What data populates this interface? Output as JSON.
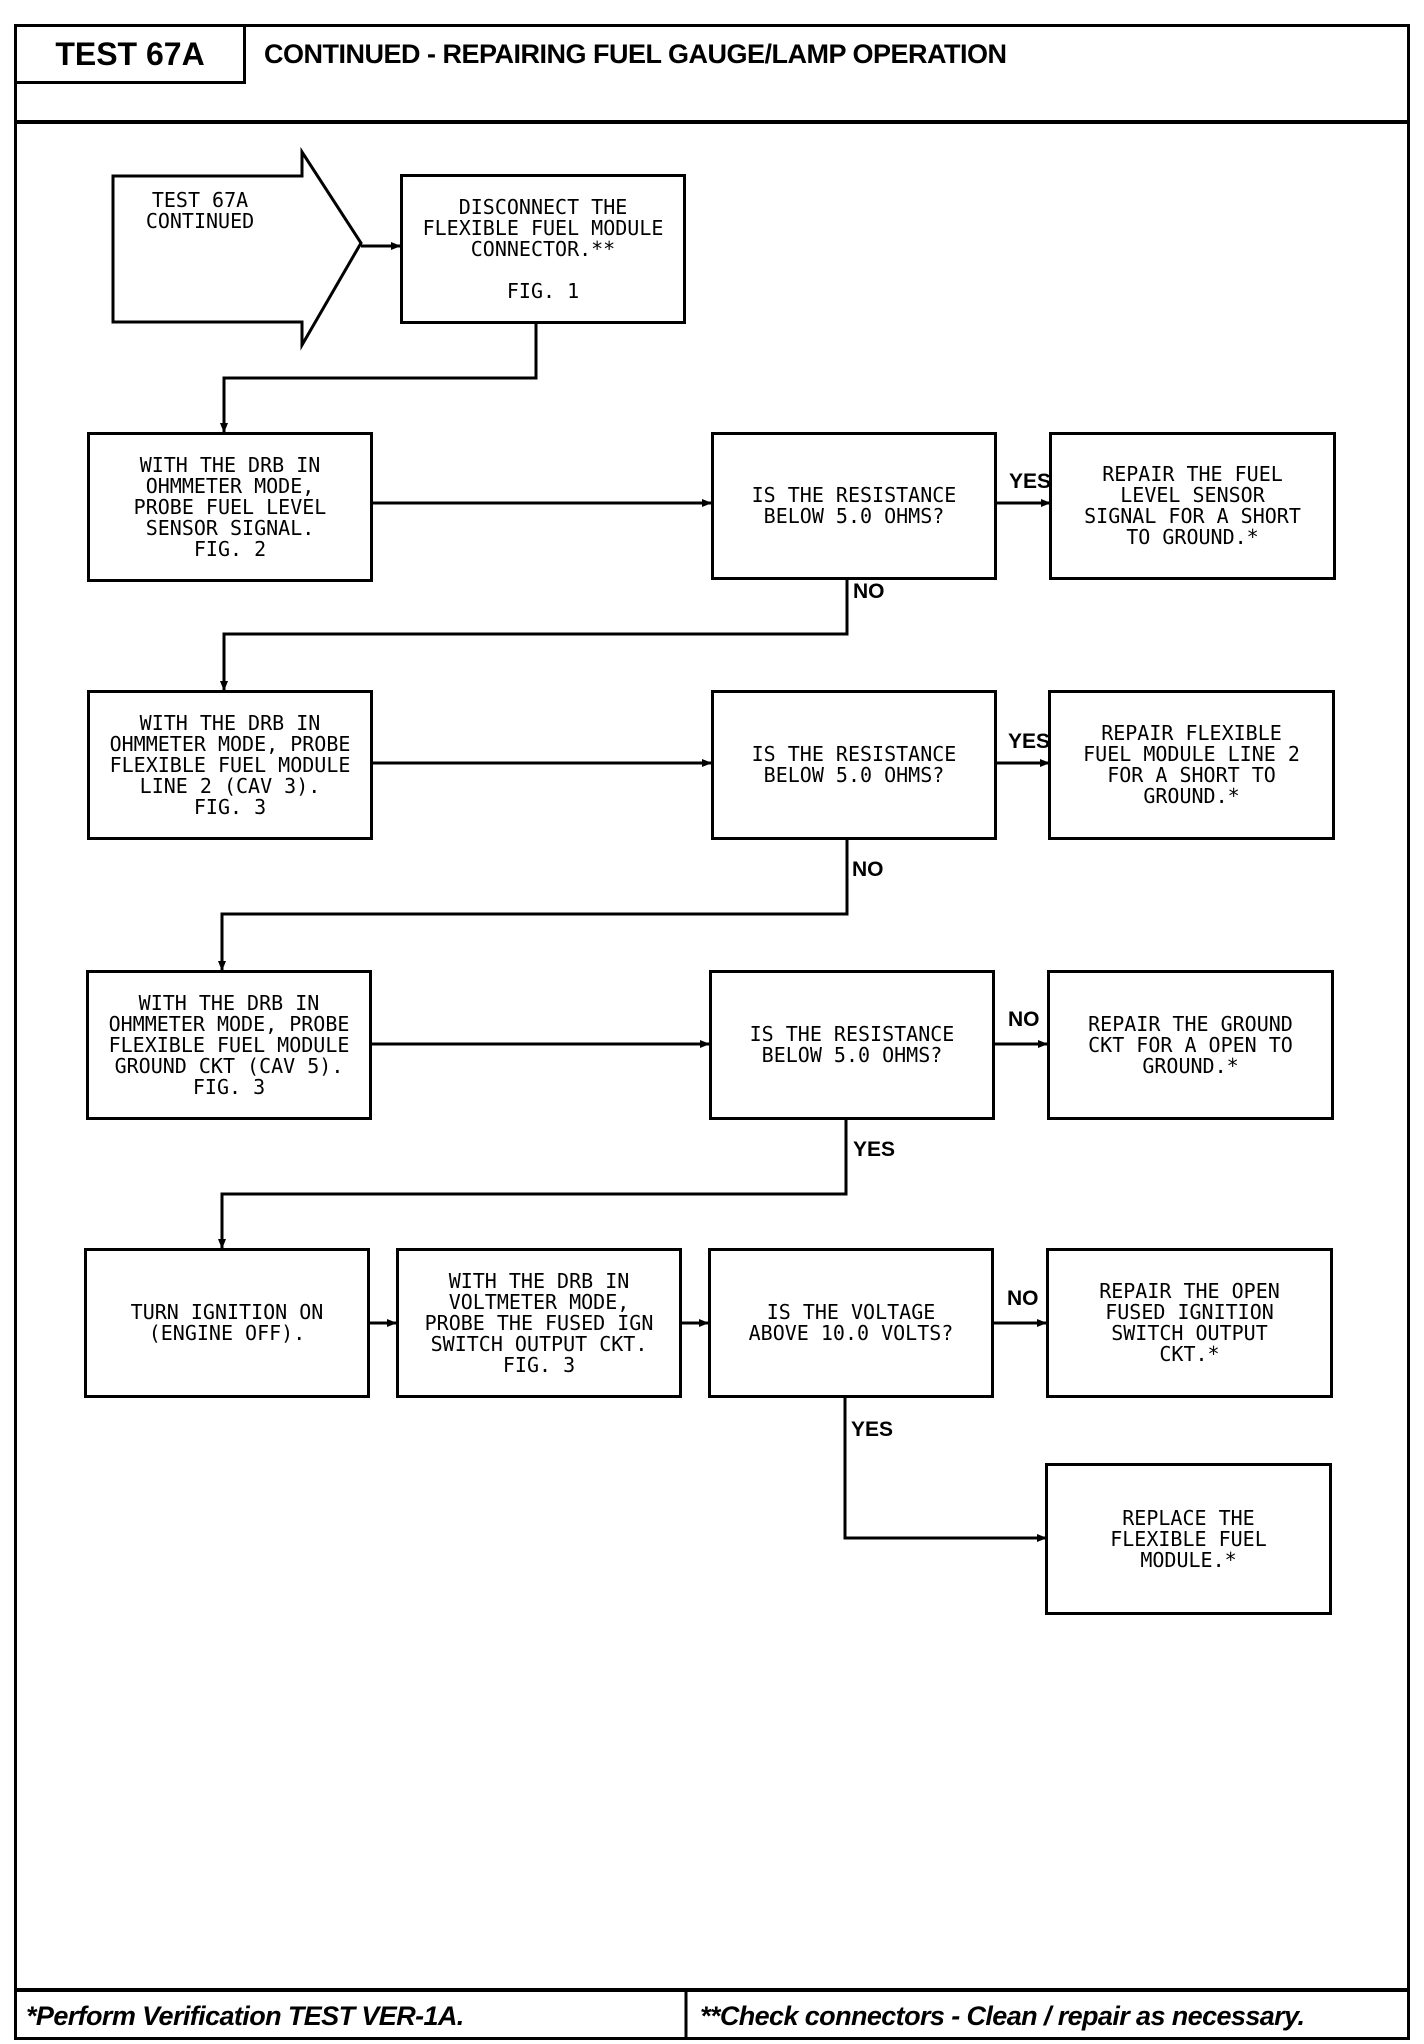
{
  "header": {
    "test_id": "TEST 67A",
    "title": "CONTINUED - REPAIRING FUEL GAUGE/LAMP OPERATION"
  },
  "flow": {
    "start": "TEST 67A\nCONTINUED",
    "disconnect": "DISCONNECT THE\nFLEXIBLE FUEL MODULE\nCONNECTOR.**\n\nFIG. 1",
    "probe_signal": "WITH THE DRB IN\nOHMMETER MODE,\nPROBE FUEL LEVEL\nSENSOR SIGNAL.\nFIG. 2",
    "q1": "IS THE RESISTANCE\nBELOW 5.0 OHMS?",
    "repair_signal": "REPAIR THE FUEL\nLEVEL SENSOR\nSIGNAL FOR A SHORT\nTO GROUND.*",
    "probe_line2": "WITH THE DRB IN\nOHMMETER MODE, PROBE\nFLEXIBLE FUEL MODULE\nLINE 2 (CAV 3).\nFIG. 3",
    "q2": "IS THE RESISTANCE\nBELOW 5.0 OHMS?",
    "repair_line2": "REPAIR FLEXIBLE\nFUEL MODULE LINE 2\nFOR A SHORT TO\nGROUND.*",
    "probe_ground": "WITH THE DRB IN\nOHMMETER MODE, PROBE\nFLEXIBLE FUEL MODULE\nGROUND CKT (CAV 5).\nFIG. 3",
    "q3": "IS THE RESISTANCE\nBELOW 5.0 OHMS?",
    "repair_ground": "REPAIR THE GROUND\nCKT FOR A OPEN TO\nGROUND.*",
    "ignition_on": "TURN IGNITION ON\n(ENGINE OFF).",
    "probe_voltage": "WITH THE DRB IN\nVOLTMETER MODE,\nPROBE THE FUSED IGN\nSWITCH OUTPUT CKT.\nFIG. 3",
    "q4": "IS THE VOLTAGE\nABOVE 10.0 VOLTS?",
    "repair_ign": "REPAIR THE OPEN\nFUSED IGNITION\nSWITCH OUTPUT\nCKT.*",
    "replace_module": "REPLACE THE\nFLEXIBLE FUEL\nMODULE.*"
  },
  "labels": {
    "q1_yes": "YES",
    "q1_no": "NO",
    "q2_yes": "YES",
    "q2_no": "NO",
    "q3_no": "NO",
    "q3_yes": "YES",
    "q4_no": "NO",
    "q4_yes": "YES"
  },
  "footer": {
    "left": "*Perform Verification TEST VER-1A.",
    "right": "**Check connectors - Clean / repair as necessary."
  }
}
